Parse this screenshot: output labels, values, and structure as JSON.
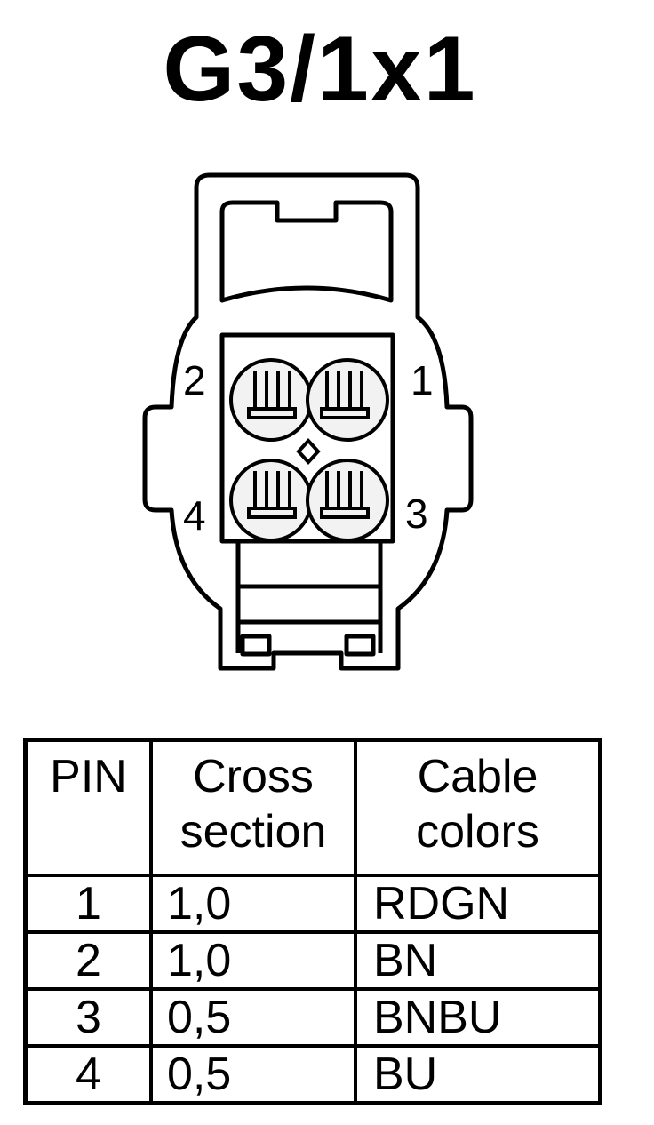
{
  "title": "G3/1x1",
  "connector": {
    "pin_numbers": [
      "1",
      "2",
      "3",
      "4"
    ]
  },
  "table": {
    "headers": {
      "pin": "PIN",
      "cross_section_line1": "Cross",
      "cross_section_line2": "section",
      "cable_colors_line1": "Cable",
      "cable_colors_line2": "colors"
    },
    "rows": [
      {
        "pin": "1",
        "cross_section": "1,0",
        "cable_color": "RDGN"
      },
      {
        "pin": "2",
        "cross_section": "1,0",
        "cable_color": "BN"
      },
      {
        "pin": "3",
        "cross_section": "0,5",
        "cable_color": "BNBU"
      },
      {
        "pin": "4",
        "cross_section": "0,5",
        "cable_color": "BU"
      }
    ]
  }
}
